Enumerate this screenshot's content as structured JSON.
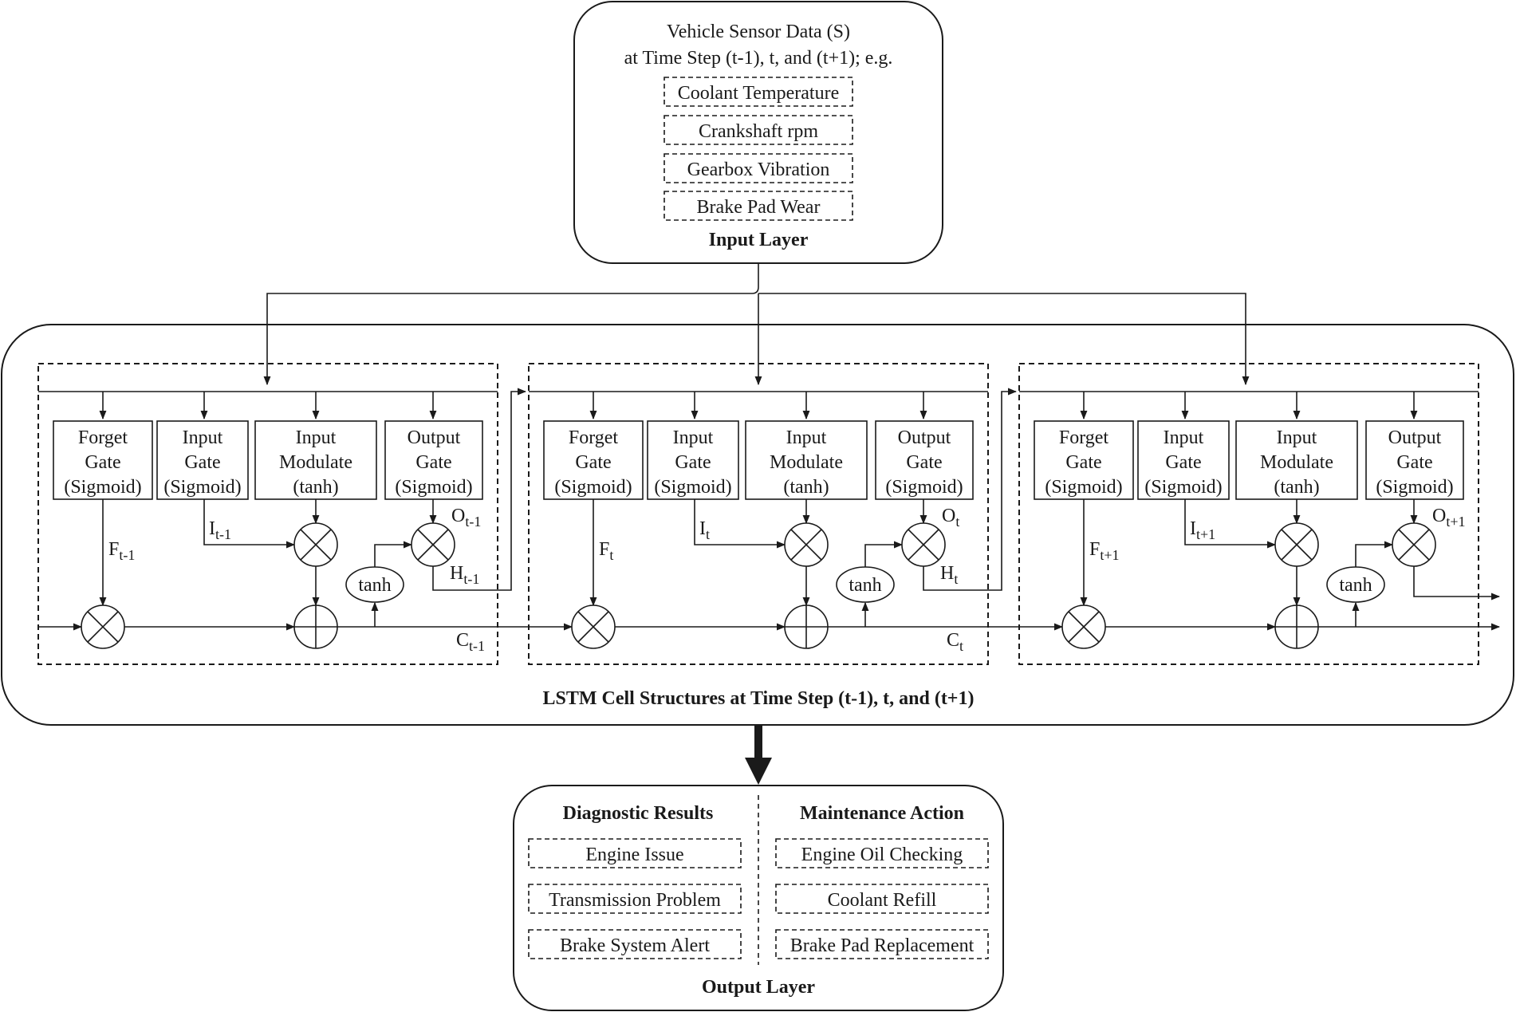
{
  "input_layer": {
    "title_line1": "Vehicle Sensor Data (S)",
    "title_line2": "at Time Step (t-1), t, and (t+1); e.g.",
    "sensors": [
      "Coolant Temperature",
      "Crankshaft rpm",
      "Gearbox Vibration",
      "Brake Pad Wear"
    ],
    "label": "Input Layer"
  },
  "lstm": {
    "label": "LSTM Cell Structures at Time Step (t-1), t, and (t+1)",
    "gate_labels": {
      "forget": [
        "Forget",
        "Gate",
        "(Sigmoid)"
      ],
      "input": [
        "Input",
        "Gate",
        "(Sigmoid)"
      ],
      "modulate": [
        "Input",
        "Modulate",
        "(tanh)"
      ],
      "output": [
        "Output",
        "Gate",
        "(Sigmoid)"
      ],
      "tanh": "tanh"
    },
    "cells": [
      {
        "F": "F",
        "F_sub": "t-1",
        "I": "I",
        "I_sub": "t-1",
        "O": "O",
        "O_sub": "t-1",
        "H": "H",
        "H_sub": "t-1",
        "C": "C",
        "C_sub": "t-1"
      },
      {
        "F": "F",
        "F_sub": "t",
        "I": "I",
        "I_sub": "t",
        "O": "O",
        "O_sub": "t",
        "H": "H",
        "H_sub": "t",
        "C": "C",
        "C_sub": "t"
      },
      {
        "F": "F",
        "F_sub": "t+1",
        "I": "I",
        "I_sub": "t+1",
        "O": "O",
        "O_sub": "t+1"
      }
    ]
  },
  "output_layer": {
    "diagnostic_title": "Diagnostic Results",
    "maintenance_title": "Maintenance Action",
    "diagnostics": [
      "Engine Issue",
      "Transmission Problem",
      "Brake System Alert"
    ],
    "maintenance": [
      "Engine Oil Checking",
      "Coolant Refill",
      "Brake Pad Replacement"
    ],
    "label": "Output Layer"
  }
}
